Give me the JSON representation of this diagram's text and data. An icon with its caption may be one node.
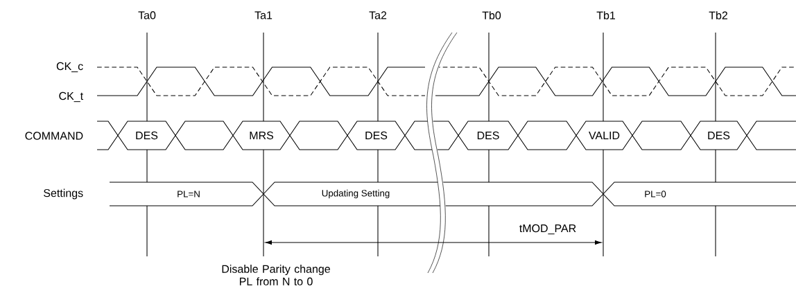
{
  "diagram": {
    "nodes": [
      {
        "text": [],
        "shape": "hexagon"
      },
      {
        "text": [
          "DES"
        ]
      },
      {
        "text": [],
        "shape": "hexagon"
      },
      {
        "text": [
          "MRS"
        ]
      },
      {
        "text": [],
        "shape": "hexagon"
      },
      {
        "text": [
          "DES"
        ]
      },
      {
        "text": [],
        "shape": "hexagon"
      },
      {
        "text": [
          "DES"
        ]
      },
      {
        "text": [],
        "shape": "hexagon"
      },
      {
        "text": [
          "VALID"
        ]
      },
      {
        "text": [],
        "shape": "hexagon"
      },
      {
        "text": [
          "DES"
        ]
      },
      {
        "text": [],
        "shape": "hexagon"
      },
      {
        "text": [
          "PL=N"
        ]
      },
      {
        "text": [
          "Updating Setting"
        ]
      },
      {
        "text": [
          "PL=0"
        ]
      }
    ],
    "labels": [
      "Ta0",
      "Ta1",
      "Ta2",
      "Tb0",
      "Tb1",
      "Tb2",
      "CK_c",
      "CK_t",
      "COMMAND",
      "Settings",
      "tMOD_PAR",
      "Disable Parity change PL from N to 0"
    ]
  }
}
